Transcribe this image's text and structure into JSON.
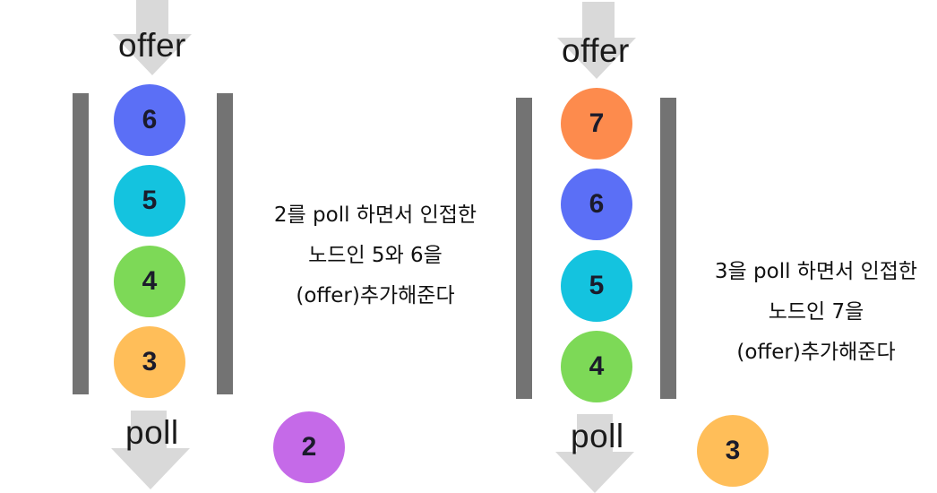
{
  "panels": [
    {
      "offer_label": "offer",
      "poll_label": "poll",
      "queue": [
        {
          "value": "6",
          "color": "#5b6ff6"
        },
        {
          "value": "5",
          "color": "#14c3df"
        },
        {
          "value": "4",
          "color": "#7dd957"
        },
        {
          "value": "3",
          "color": "#ffbe59"
        }
      ],
      "polled": {
        "value": "2",
        "color": "#c56ae8"
      },
      "description": [
        "2를 poll 하면서 인접한",
        "노드인 5와 6을",
        "(offer)추가해준다"
      ]
    },
    {
      "offer_label": "offer",
      "poll_label": "poll",
      "queue": [
        {
          "value": "7",
          "color": "#fd8b4d"
        },
        {
          "value": "6",
          "color": "#5b6ff6"
        },
        {
          "value": "5",
          "color": "#14c3df"
        },
        {
          "value": "4",
          "color": "#7dd957"
        }
      ],
      "polled": {
        "value": "3",
        "color": "#ffbe59"
      },
      "description": [
        "3을 poll 하면서 인접한",
        "노드인 7을",
        "(offer)추가해준다"
      ]
    }
  ]
}
